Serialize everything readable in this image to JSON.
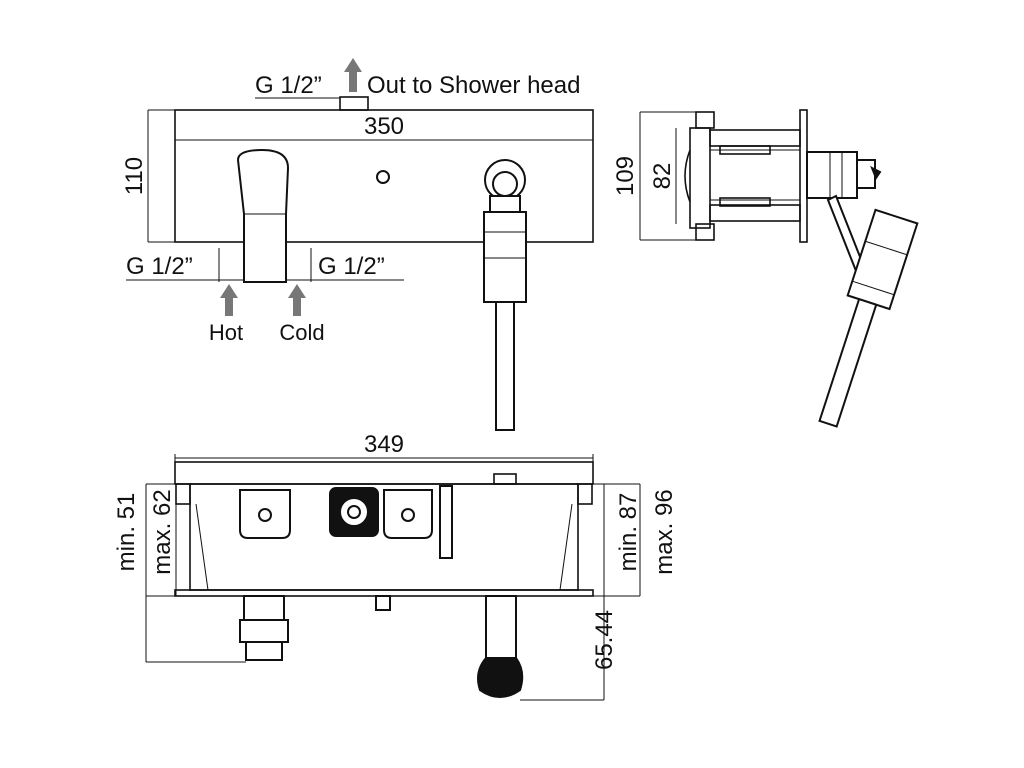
{
  "labels": {
    "thread_top": "G 1/2”",
    "out_shower": "Out to Shower head",
    "thread_left": "G 1/2”",
    "thread_right": "G 1/2”",
    "hot": "Hot",
    "cold": "Cold"
  },
  "dimensions": {
    "width_front": "350",
    "height_front": "110",
    "side_height_outer": "109",
    "side_height_inner": "82",
    "width_bottom": "349",
    "min_51": "min. 51",
    "max_62": "max. 62",
    "min_87": "min. 87",
    "max_96": "max. 96",
    "depth_6544": "65.44"
  },
  "icons": [
    "up-arrow-icon"
  ]
}
